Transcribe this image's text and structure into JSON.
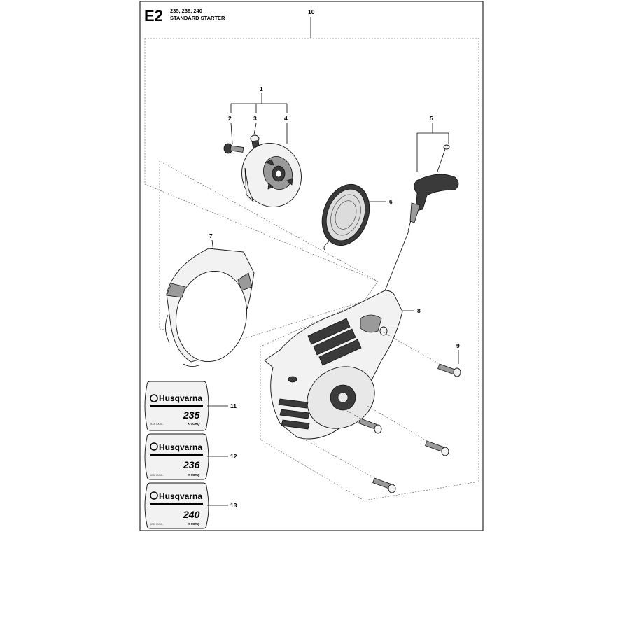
{
  "header": {
    "section_code": "E2",
    "models": "235, 236, 240",
    "title": "STANDARD STARTER"
  },
  "callouts": [
    "1",
    "2",
    "3",
    "4",
    "5",
    "6",
    "7",
    "8",
    "9",
    "10",
    "11",
    "12",
    "13"
  ],
  "decals": [
    {
      "brand": "Husqvarna",
      "model": "235",
      "small_text": "XXX XXXX-",
      "torq": "X-TORQ"
    },
    {
      "brand": "Husqvarna",
      "model": "236",
      "small_text": "XXX XXXX-",
      "torq": "X-TORQ"
    },
    {
      "brand": "Husqvarna",
      "model": "240",
      "small_text": "XXX XXXX-",
      "torq": "X-TORQ"
    }
  ],
  "icons": [
    "pulley-icon",
    "spring-icon",
    "handle-icon",
    "fan-cover-icon",
    "starter-housing-icon",
    "screw-icon",
    "husqvarna-logo-icon"
  ]
}
